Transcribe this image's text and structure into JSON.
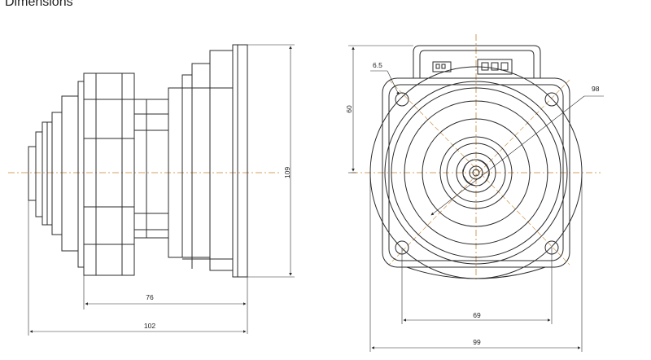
{
  "header": {
    "title": "Dimensions"
  },
  "colors": {
    "line": "#2b2b2b",
    "centerline": "#c7832f",
    "background": "#ffffff"
  },
  "side_view": {
    "dimensions": {
      "height": "109",
      "body_length": "76",
      "total_length": "102"
    }
  },
  "front_view": {
    "dimensions": {
      "hole_diameter": "6.5",
      "top_offset": "60",
      "diameter": "98",
      "hole_spacing": "69",
      "width": "99"
    }
  }
}
